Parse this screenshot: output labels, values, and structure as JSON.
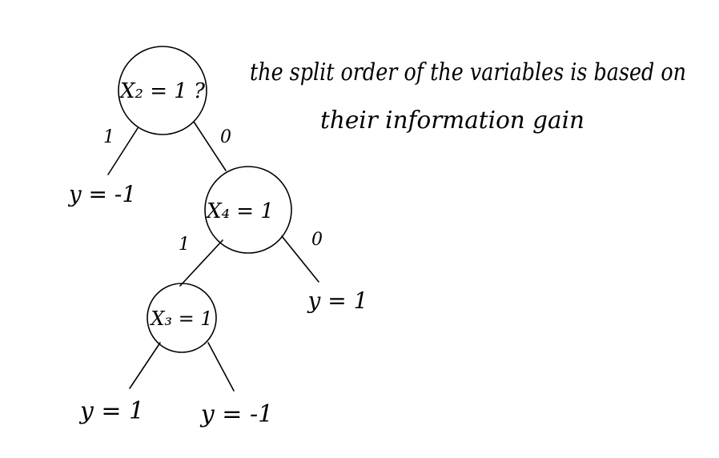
{
  "nodes": [
    {
      "id": "n1",
      "label": "X₂ = 1 ?"
    },
    {
      "id": "n2",
      "label": "X₄ = 1"
    },
    {
      "id": "n3",
      "label": "X₃ = 1"
    }
  ],
  "edge_labels": [
    {
      "id": "e1",
      "label": "1"
    },
    {
      "id": "e2",
      "label": "0"
    },
    {
      "id": "e3",
      "label": "1"
    },
    {
      "id": "e4",
      "label": "0"
    }
  ],
  "leaves": [
    {
      "id": "l1",
      "label": "y = -1"
    },
    {
      "id": "l2",
      "label": "y = 1"
    },
    {
      "id": "l3",
      "label": "y = 1"
    },
    {
      "id": "l4",
      "label": "y = -1"
    }
  ],
  "note": {
    "line1": "the split order of the variables is based on",
    "line2": "their information gain"
  }
}
